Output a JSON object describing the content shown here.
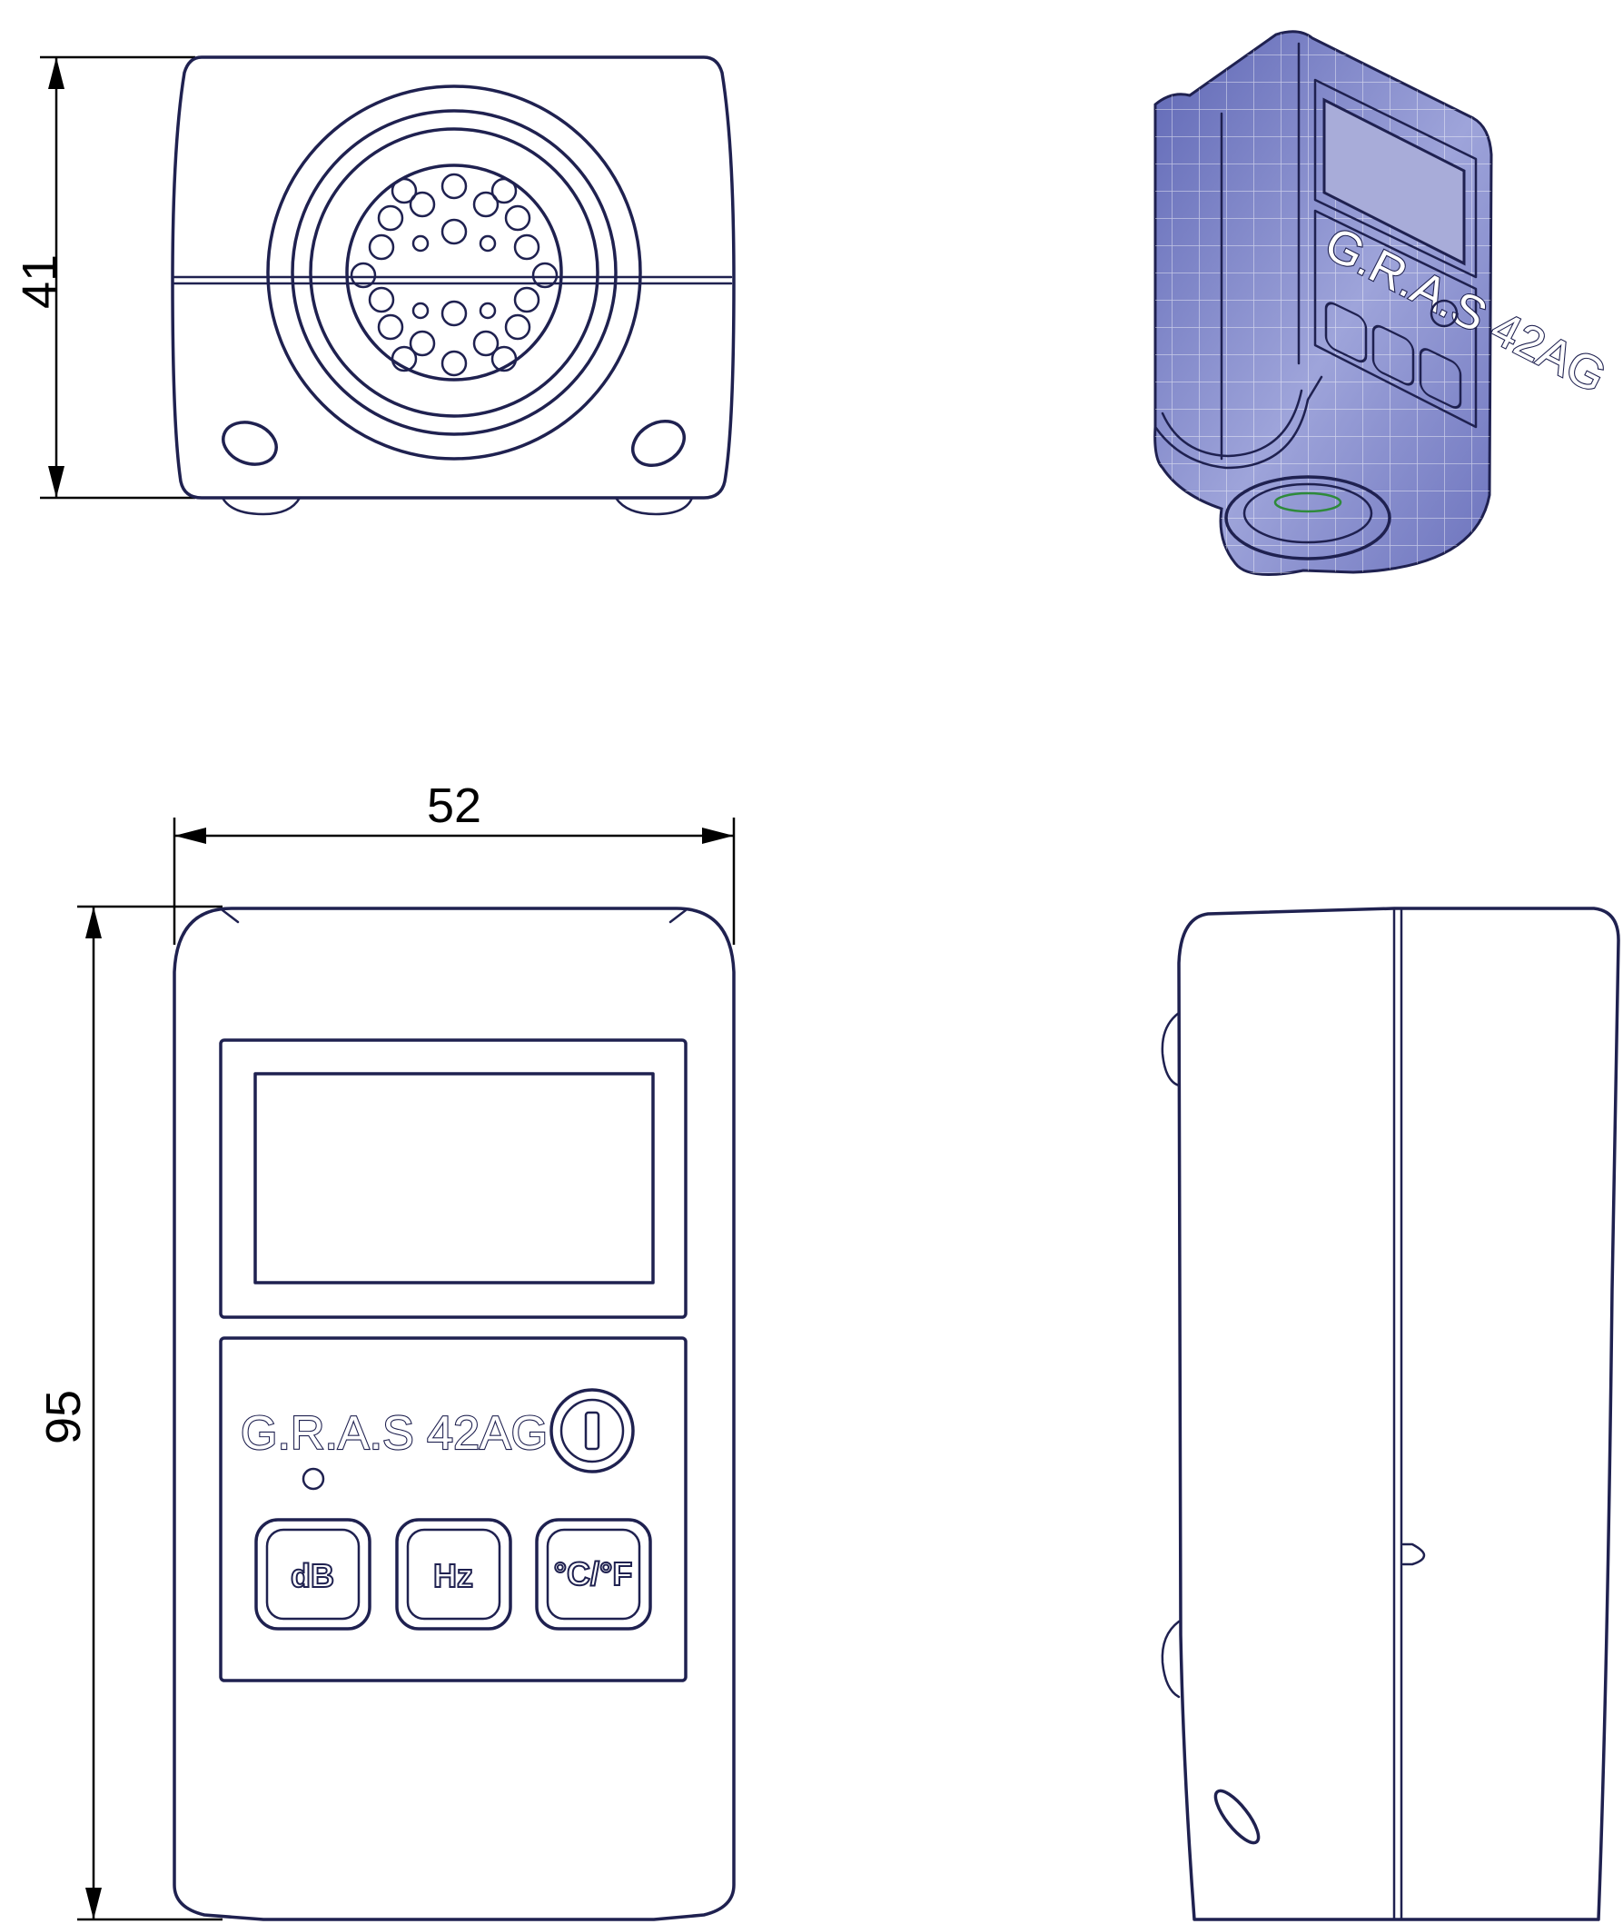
{
  "dimensions": {
    "height_top_view": "41",
    "width_front": "52",
    "height_front": "95"
  },
  "device": {
    "brand_model": "G.R.A.S 42AG",
    "buttons": [
      "dB",
      "Hz",
      "°C/°F"
    ]
  },
  "colors": {
    "line": "#1f2150",
    "dimension": "#000000",
    "render_body": "#7f86c8",
    "render_grid": "#ffffff"
  },
  "icons": [
    "power-icon",
    "led-indicator-icon"
  ]
}
